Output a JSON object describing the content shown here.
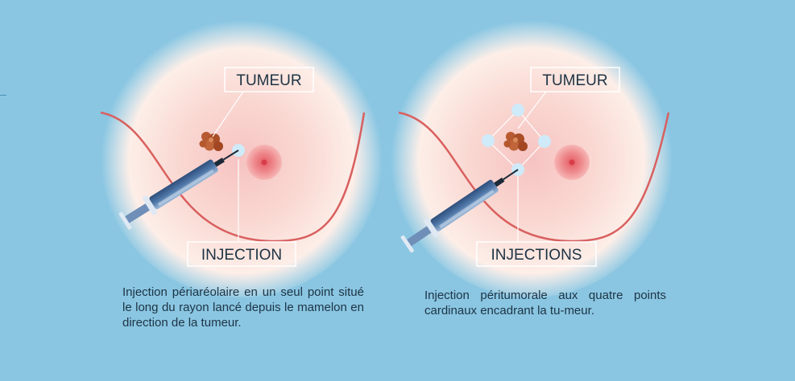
{
  "colors": {
    "background": "#8ac6e2",
    "skin": "#fbe4df",
    "outline": "#d9605f",
    "areola": "#e7757c",
    "tumor": "#b4582d",
    "injection_point": "#cfeaf9",
    "label_border": "#ffffff",
    "syringe_barrel": "#4f77a8",
    "text": "#1d3344"
  },
  "left_panel": {
    "tumor_label": "TUMEUR",
    "injection_label": "INJECTION",
    "caption": "Injection périaréolaire en un seul point situé le long du rayon lancé depuis le mamelon en direction de la tumeur.",
    "injection_points_count": 1
  },
  "right_panel": {
    "tumor_label": "TUMEUR",
    "injection_label": "INJECTIONS",
    "caption": "Injection péritumorale aux quatre points cardinaux encadrant la tu-meur.",
    "injection_points_count": 4
  },
  "icons": [
    "syringe-icon",
    "tumor-icon",
    "nipple-icon"
  ]
}
